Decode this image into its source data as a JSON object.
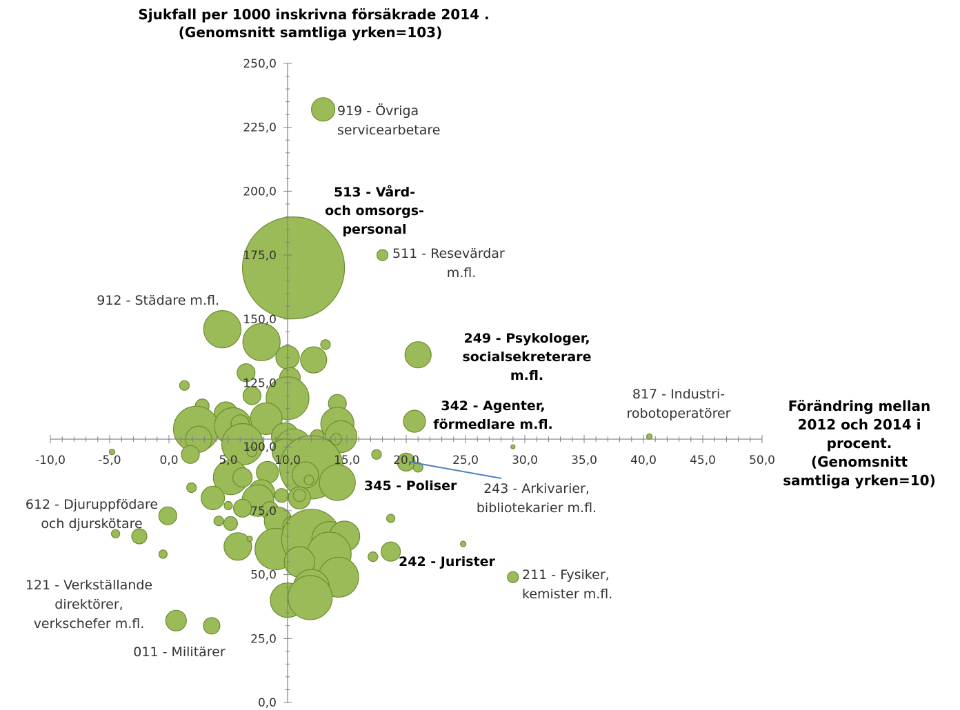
{
  "chart_data": {
    "type": "bubble",
    "title_lines": [
      "Sjukfall per 1000 inskrivna försäkrade 2014 .",
      "(Genomsnitt samtliga yrken=103)"
    ],
    "xlabel_lines": [
      "Förändring mellan",
      "2012 och 2014 i",
      "procent.",
      "(Genomsnitt",
      "samtliga yrken=10)"
    ],
    "xlim": [
      -10,
      50
    ],
    "ylim": [
      0,
      250
    ],
    "x_ticks": [
      "-10,0",
      "-5,0",
      "0,0",
      "5,0",
      "10,0",
      "15,0",
      "20,0",
      "25,0",
      "30,0",
      "35,0",
      "40,0",
      "45,0",
      "50,0"
    ],
    "y_ticks": [
      "0,0",
      "25,0",
      "50,0",
      "75,0",
      "100,0",
      "125,0",
      "150,0",
      "175,0",
      "200,0",
      "225,0",
      "250,0"
    ],
    "axis_cross": {
      "x": 10,
      "y": 103
    },
    "grid": false,
    "color": "#9bbb59",
    "points": [
      {
        "x": 13,
        "y": 232,
        "r": 17
      },
      {
        "x": 10.5,
        "y": 170,
        "r": 74
      },
      {
        "x": 18,
        "y": 175,
        "r": 8
      },
      {
        "x": 4.5,
        "y": 146,
        "r": 27
      },
      {
        "x": 7.8,
        "y": 141,
        "r": 27
      },
      {
        "x": 13.2,
        "y": 140,
        "r": 7
      },
      {
        "x": 21,
        "y": 136,
        "r": 19
      },
      {
        "x": 10,
        "y": 135,
        "r": 17
      },
      {
        "x": 12.2,
        "y": 134,
        "r": 19
      },
      {
        "x": 6.5,
        "y": 129,
        "r": 13
      },
      {
        "x": 10.2,
        "y": 127,
        "r": 15
      },
      {
        "x": 1.3,
        "y": 124,
        "r": 7
      },
      {
        "x": 7,
        "y": 120,
        "r": 13
      },
      {
        "x": 10,
        "y": 119,
        "r": 31
      },
      {
        "x": 14.2,
        "y": 117,
        "r": 13
      },
      {
        "x": 2.8,
        "y": 116,
        "r": 10
      },
      {
        "x": 4.8,
        "y": 113,
        "r": 17
      },
      {
        "x": 8.2,
        "y": 111,
        "r": 23
      },
      {
        "x": 20.7,
        "y": 110,
        "r": 16
      },
      {
        "x": 14.2,
        "y": 109,
        "r": 24
      },
      {
        "x": 2.3,
        "y": 107,
        "r": 33
      },
      {
        "x": 5.4,
        "y": 108,
        "r": 27
      },
      {
        "x": 6.0,
        "y": 109,
        "r": 13
      },
      {
        "x": 14.5,
        "y": 104,
        "r": 23
      },
      {
        "x": 9.8,
        "y": 104,
        "r": 20
      },
      {
        "x": 12.5,
        "y": 104,
        "r": 10
      },
      {
        "x": 13.2,
        "y": 100,
        "r": 11
      },
      {
        "x": 14.1,
        "y": 103,
        "r": 8
      },
      {
        "x": 2.5,
        "y": 103,
        "r": 19
      },
      {
        "x": 6.2,
        "y": 101,
        "r": 30
      },
      {
        "x": 10.5,
        "y": 100,
        "r": 26
      },
      {
        "x": 9.8,
        "y": 98,
        "r": 19
      },
      {
        "x": 1.8,
        "y": 97,
        "r": 13
      },
      {
        "x": 7,
        "y": 98,
        "r": 7
      },
      {
        "x": 17.5,
        "y": 97,
        "r": 7
      },
      {
        "x": 20,
        "y": 94,
        "r": 13
      },
      {
        "x": 21,
        "y": 92,
        "r": 7
      },
      {
        "x": 29,
        "y": 100,
        "r": 3
      },
      {
        "x": 40.5,
        "y": 104,
        "r": 4
      },
      {
        "x": -4.8,
        "y": 98,
        "r": 4
      },
      {
        "x": 12,
        "y": 92,
        "r": 46
      },
      {
        "x": 14.2,
        "y": 86,
        "r": 26
      },
      {
        "x": 5.2,
        "y": 88,
        "r": 25
      },
      {
        "x": 6.2,
        "y": 88,
        "r": 14
      },
      {
        "x": 8.3,
        "y": 90,
        "r": 16
      },
      {
        "x": 11.5,
        "y": 89,
        "r": 19
      },
      {
        "x": 11.8,
        "y": 87,
        "r": 7
      },
      {
        "x": 7.8,
        "y": 82,
        "r": 19
      },
      {
        "x": 1.9,
        "y": 84,
        "r": 7
      },
      {
        "x": 3.7,
        "y": 80,
        "r": 17
      },
      {
        "x": 7.5,
        "y": 79,
        "r": 23
      },
      {
        "x": 9.5,
        "y": 81,
        "r": 10
      },
      {
        "x": 11,
        "y": 80,
        "r": 16
      },
      {
        "x": 11,
        "y": 81,
        "r": 9
      },
      {
        "x": 6.2,
        "y": 76,
        "r": 13
      },
      {
        "x": 5,
        "y": 77,
        "r": 6
      },
      {
        "x": 8.5,
        "y": 75,
        "r": 13
      },
      {
        "x": 9.2,
        "y": 71,
        "r": 20
      },
      {
        "x": 10.4,
        "y": 69,
        "r": 14
      },
      {
        "x": 4.2,
        "y": 71,
        "r": 7
      },
      {
        "x": 5.2,
        "y": 70,
        "r": 10
      },
      {
        "x": -0.1,
        "y": 73,
        "r": 13
      },
      {
        "x": 18.7,
        "y": 72,
        "r": 6
      },
      {
        "x": -4.5,
        "y": 66,
        "r": 6
      },
      {
        "x": -2.5,
        "y": 65,
        "r": 11
      },
      {
        "x": 5.8,
        "y": 61,
        "r": 20
      },
      {
        "x": 6.8,
        "y": 64,
        "r": 4
      },
      {
        "x": 9,
        "y": 60,
        "r": 30
      },
      {
        "x": 12,
        "y": 64,
        "r": 43
      },
      {
        "x": 13.5,
        "y": 64,
        "r": 25
      },
      {
        "x": 14.8,
        "y": 65,
        "r": 22
      },
      {
        "x": 13.5,
        "y": 58,
        "r": 32
      },
      {
        "x": 11,
        "y": 55,
        "r": 22
      },
      {
        "x": -0.5,
        "y": 58,
        "r": 6
      },
      {
        "x": 17.2,
        "y": 57,
        "r": 7
      },
      {
        "x": 18.7,
        "y": 59,
        "r": 14
      },
      {
        "x": 24.8,
        "y": 62,
        "r": 4
      },
      {
        "x": 29,
        "y": 49,
        "r": 8
      },
      {
        "x": 14.3,
        "y": 49,
        "r": 29
      },
      {
        "x": 12,
        "y": 45,
        "r": 26
      },
      {
        "x": 10,
        "y": 40,
        "r": 25
      },
      {
        "x": 11.9,
        "y": 41,
        "r": 32
      },
      {
        "x": 0.6,
        "y": 32,
        "r": 15
      },
      {
        "x": 3.6,
        "y": 30,
        "r": 12
      }
    ],
    "annotations": [
      {
        "id": "lbl-919",
        "lines": [
          "919 - Övriga",
          "servicearbetare"
        ],
        "bold": false
      },
      {
        "id": "lbl-513",
        "lines": [
          "513 - Vård-",
          "och omsorgs-",
          "personal"
        ],
        "bold": true
      },
      {
        "id": "lbl-511",
        "lines": [
          "511 - Resevärdar",
          "m.fl."
        ],
        "bold": false
      },
      {
        "id": "lbl-912",
        "lines": [
          "912 - Städare m.fl."
        ],
        "bold": false
      },
      {
        "id": "lbl-249",
        "lines": [
          "249 - Psykologer,",
          "socialsekreterare",
          "m.fl."
        ],
        "bold": true
      },
      {
        "id": "lbl-817",
        "lines": [
          "817 - Industri-",
          "robotoperatörer"
        ],
        "bold": false
      },
      {
        "id": "lbl-342",
        "lines": [
          "342 - Agenter,",
          "förmedlare m.fl."
        ],
        "bold": true
      },
      {
        "id": "lbl-345",
        "lines": [
          "345 - Poliser"
        ],
        "bold": true
      },
      {
        "id": "lbl-243",
        "lines": [
          "243 - Arkivarier,",
          "bibliotekarier m.fl."
        ],
        "bold": false
      },
      {
        "id": "lbl-612",
        "lines": [
          "612 - Djuruppfödare",
          "och djurskötare"
        ],
        "bold": false
      },
      {
        "id": "lbl-242",
        "lines": [
          "242 - Jurister"
        ],
        "bold": true
      },
      {
        "id": "lbl-211",
        "lines": [
          "211 - Fysiker,",
          "kemister m.fl."
        ],
        "bold": false
      },
      {
        "id": "lbl-121",
        "lines": [
          "121 - Verkställande",
          "direktörer,",
          "verkschefer m.fl."
        ],
        "bold": false
      },
      {
        "id": "lbl-011",
        "lines": [
          "011 - Militärer"
        ],
        "bold": false
      }
    ]
  }
}
